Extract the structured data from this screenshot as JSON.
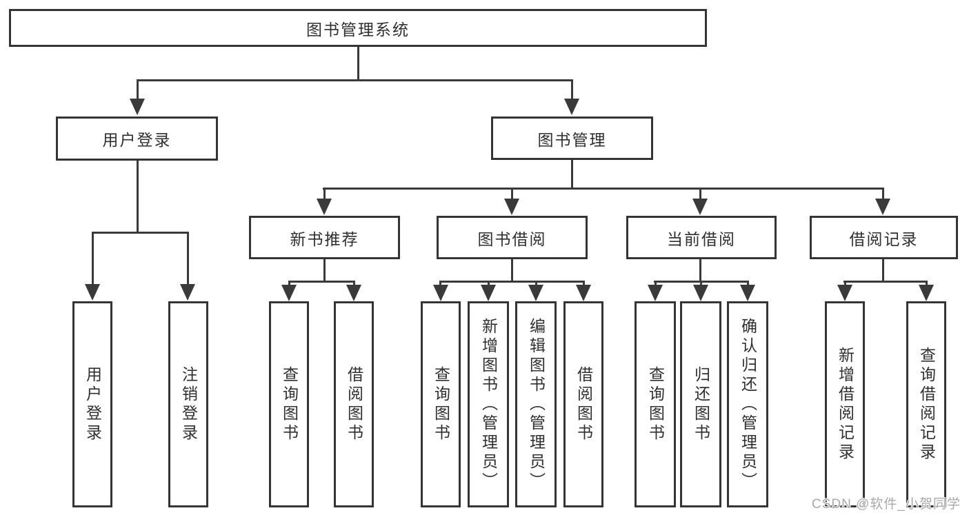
{
  "diagram": {
    "root": "图书管理系统",
    "branches": {
      "user_login": "用户登录",
      "book_management": "图书管理"
    },
    "modules": {
      "new_book": "新书推荐",
      "book_borrow": "图书借阅",
      "current_borrow": "当前借阅",
      "borrow_record": "借阅记录"
    },
    "leaves": {
      "user_login": "用户登录",
      "logout": "注销登录",
      "nb_query_book": "查询图书",
      "nb_borrow_book": "借阅图书",
      "bb_query_book": "查询图书",
      "bb_add_book_admin": "新增图书（管理员）",
      "bb_edit_book_admin": "编辑图书（管理员）",
      "bb_borrow_book": "借阅图书",
      "cb_query_book": "查询图书",
      "cb_return_book": "归还图书",
      "cb_confirm_return_admin": "确认归还（管理员）",
      "br_add_record": "新增借阅记录",
      "br_query_record": "查询借阅记录"
    }
  },
  "watermark": "CSDN @软件_小贺同学",
  "colors": {
    "line": "#3a3a3a",
    "border": "#343434",
    "text": "#2f2f2f",
    "watermark": "#a9a9a9",
    "background": "#ffffff"
  }
}
